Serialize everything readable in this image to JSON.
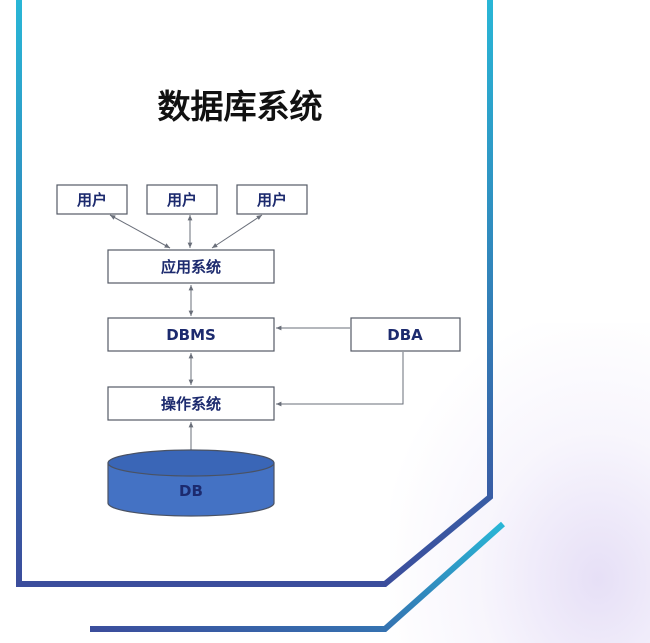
{
  "title": "数据库系统",
  "nodes": {
    "user1": "用户",
    "user2": "用户",
    "user3": "用户",
    "app": "应用系统",
    "dbms": "DBMS",
    "dba": "DBA",
    "os": "操作系统",
    "db": "DB"
  },
  "colors": {
    "frame_top": "#29b6d6",
    "frame_bottom": "#3b4d9c",
    "db_fill": "#4472c4",
    "db_top": "#3a66b7",
    "box_text": "#1c2a6e"
  }
}
